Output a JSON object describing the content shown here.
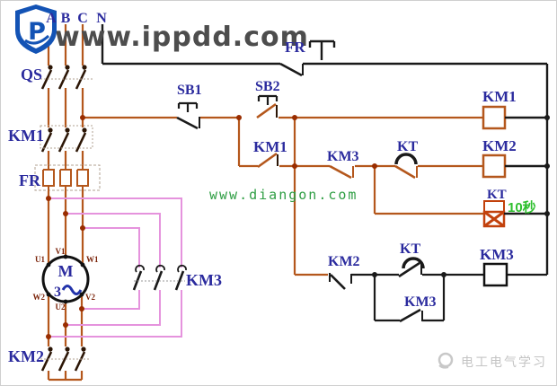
{
  "logo": {
    "letter": "P"
  },
  "watermarks": {
    "top": "www.ippdd.com",
    "middle": "www.diangon.com",
    "bottom": "电工电气学习"
  },
  "power": {
    "phase_a": "A",
    "phase_b": "B",
    "phase_c": "C",
    "phase_n": "N",
    "disconnect": "QS",
    "main_contactor": "KM1",
    "overload": "FR",
    "star_contactor": "KM2",
    "delta_contactor": "KM3",
    "motor": {
      "letter": "M",
      "number": "3",
      "t_u1": "U1",
      "t_v1": "V1",
      "t_w1": "W1",
      "t_w2": "W2",
      "t_u2": "U2",
      "t_v2": "V2"
    }
  },
  "control": {
    "overload_nc": "FR",
    "stop_button": "SB1",
    "start_button": "SB2",
    "km1_seal": "KM1",
    "km3_interlock": "KM3",
    "kt_nc": "KT",
    "km1_coil": "KM1",
    "km2_coil": "KM2",
    "kt_coil": "KT",
    "kt_delay": "10秒",
    "km2_no": "KM2",
    "kt_no": "KT",
    "km3_coil": "KM3",
    "km3_seal": "KM3"
  },
  "colors": {
    "wire_power": "#b4571c",
    "wire_delta": "#e593dd",
    "wire_neutral": "#1a1a1a",
    "label_blue": "#2b2b9e",
    "terminal_red": "#7a2208",
    "watermark_green": "#2f9e44",
    "delay_green": "#2ebf2e",
    "watermark_gray": "#4d4d4d",
    "logo_blue": "#1353b5"
  }
}
